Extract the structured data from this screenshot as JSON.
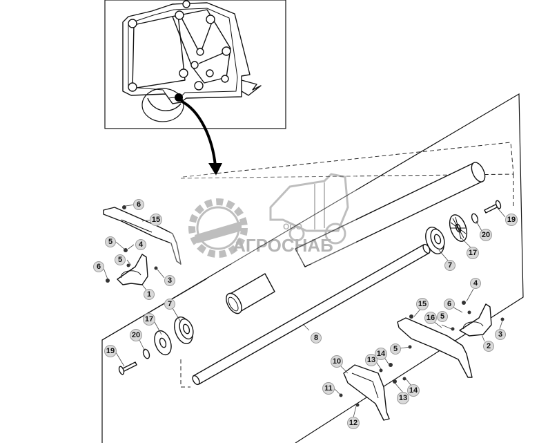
{
  "watermark": {
    "prefix": "ООО",
    "name": "АГРОСНАБ"
  },
  "callouts": [
    {
      "id": "c6a",
      "label": "6"
    },
    {
      "id": "c15",
      "label": "15"
    },
    {
      "id": "c5a",
      "label": "5"
    },
    {
      "id": "c4a",
      "label": "4"
    },
    {
      "id": "c5b",
      "label": "5"
    },
    {
      "id": "c6b",
      "label": "6"
    },
    {
      "id": "c3a",
      "label": "3"
    },
    {
      "id": "c1",
      "label": "1"
    },
    {
      "id": "c7a",
      "label": "7"
    },
    {
      "id": "c17a",
      "label": "17"
    },
    {
      "id": "c20a",
      "label": "20"
    },
    {
      "id": "c19a",
      "label": "19"
    },
    {
      "id": "c8",
      "label": "8"
    },
    {
      "id": "c19b",
      "label": "19"
    },
    {
      "id": "c20b",
      "label": "20"
    },
    {
      "id": "c17b",
      "label": "17"
    },
    {
      "id": "c7b",
      "label": "7"
    },
    {
      "id": "c4b",
      "label": "4"
    },
    {
      "id": "c6c",
      "label": "6"
    },
    {
      "id": "c15b",
      "label": "15"
    },
    {
      "id": "c16",
      "label": "16"
    },
    {
      "id": "c5c",
      "label": "5"
    },
    {
      "id": "c3b",
      "label": "3"
    },
    {
      "id": "c2",
      "label": "2"
    },
    {
      "id": "c5d",
      "label": "5"
    },
    {
      "id": "c10",
      "label": "10"
    },
    {
      "id": "c13a",
      "label": "13"
    },
    {
      "id": "c14a",
      "label": "14"
    },
    {
      "id": "c11",
      "label": "11"
    },
    {
      "id": "c12",
      "label": "12"
    },
    {
      "id": "c13b",
      "label": "13"
    },
    {
      "id": "c14b",
      "label": "14"
    }
  ]
}
